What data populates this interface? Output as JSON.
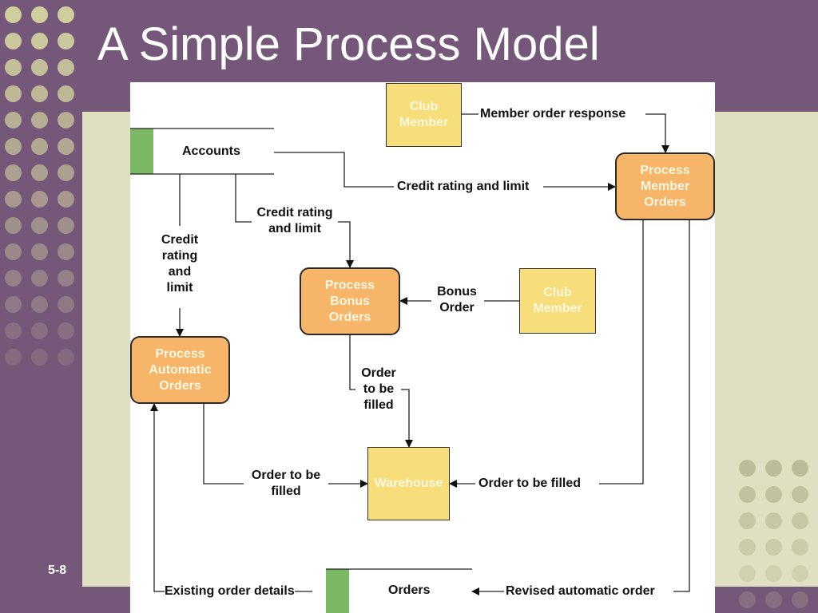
{
  "slide": {
    "title": "A Simple Process Model",
    "number": "5-8"
  },
  "diagram": {
    "entities": {
      "club_member_top": "Club Member",
      "club_member_mid": "Club Member",
      "warehouse": "Warehouse"
    },
    "processes": {
      "process_member_orders": "Process Member Orders",
      "process_bonus_orders": "Process Bonus Orders",
      "process_automatic_orders": "Process Automatic Orders"
    },
    "data_stores": {
      "accounts": "Accounts",
      "orders": "Orders"
    },
    "flows": {
      "member_order_response": "Member order response",
      "credit_rating_right": "Credit rating and limit",
      "credit_rating_mid": "Credit rating and limit",
      "credit_rating_left": "Credit rating and limit",
      "bonus_order": "Bonus Order",
      "order_to_be_filled_bonus": "Order to be filled",
      "order_to_be_filled_auto": "Order to be filled",
      "order_to_be_filled_member": "Order to be filled",
      "existing_order_details": "Existing order details",
      "revised_automatic_order": "Revised automatic order"
    }
  },
  "colors": {
    "background_purple": "#75577a",
    "content_tan": "#dfdfc2",
    "process_orange": "#f7b56a",
    "entity_yellow": "#f7de7a",
    "store_green": "#7ab864"
  }
}
